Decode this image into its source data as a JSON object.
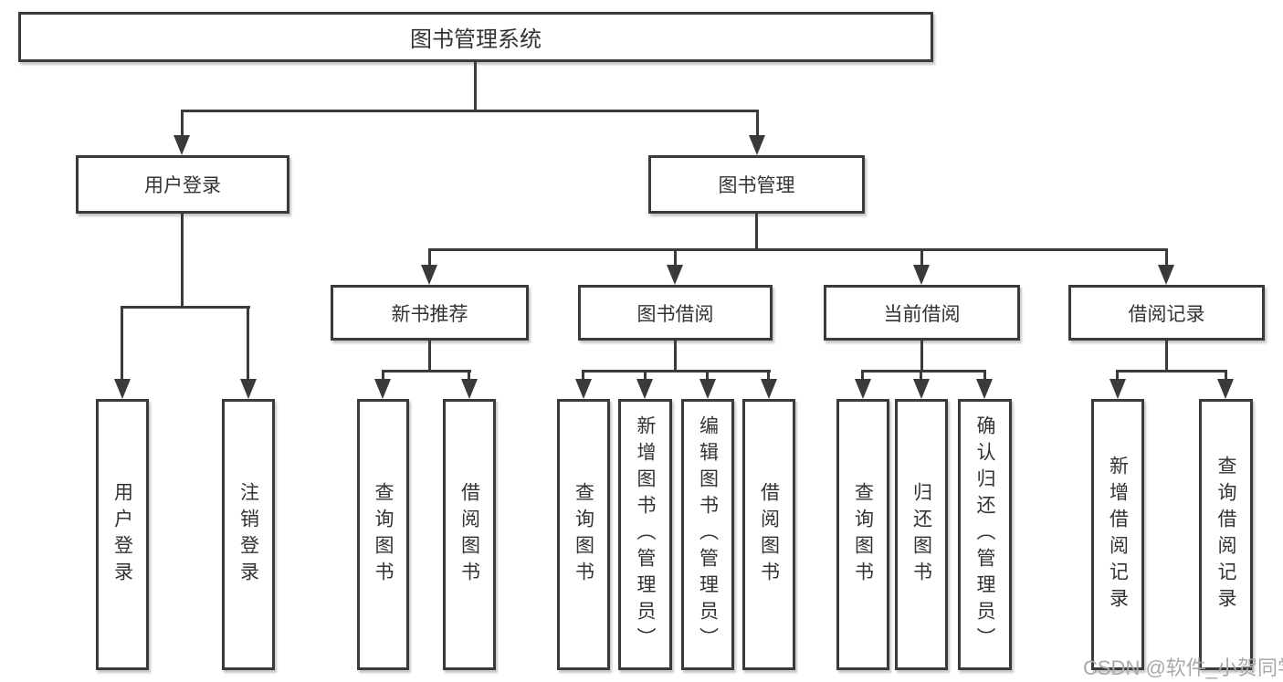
{
  "page": {
    "background": "#ffffff",
    "watermark": "CSDN @软件_小贺同学"
  },
  "colors": {
    "line": "#3a3a3a",
    "box_border": "#3a3a3a",
    "box_fill": "#ffffff",
    "text": "#333333",
    "watermark": "#a9a9a9"
  },
  "nodes": {
    "root": {
      "label": "图书管理系统"
    },
    "user_login": {
      "label": "用户登录",
      "children": [
        {
          "label": "用户登录"
        },
        {
          "label": "注销登录"
        }
      ]
    },
    "book_mgmt": {
      "label": "图书管理",
      "children": [
        {
          "label": "新书推荐",
          "children": [
            {
              "label": "查询图书"
            },
            {
              "label": "借阅图书"
            }
          ]
        },
        {
          "label": "图书借阅",
          "children": [
            {
              "label": "查询图书"
            },
            {
              "label": "新增图书（管理员）"
            },
            {
              "label": "编辑图书（管理员）"
            },
            {
              "label": "借阅图书"
            }
          ]
        },
        {
          "label": "当前借阅",
          "children": [
            {
              "label": "查询图书"
            },
            {
              "label": "归还图书"
            },
            {
              "label": "确认归还（管理员）"
            }
          ]
        },
        {
          "label": "借阅记录",
          "children": [
            {
              "label": "新增借阅记录"
            },
            {
              "label": "查询借阅记录"
            }
          ]
        }
      ]
    }
  }
}
